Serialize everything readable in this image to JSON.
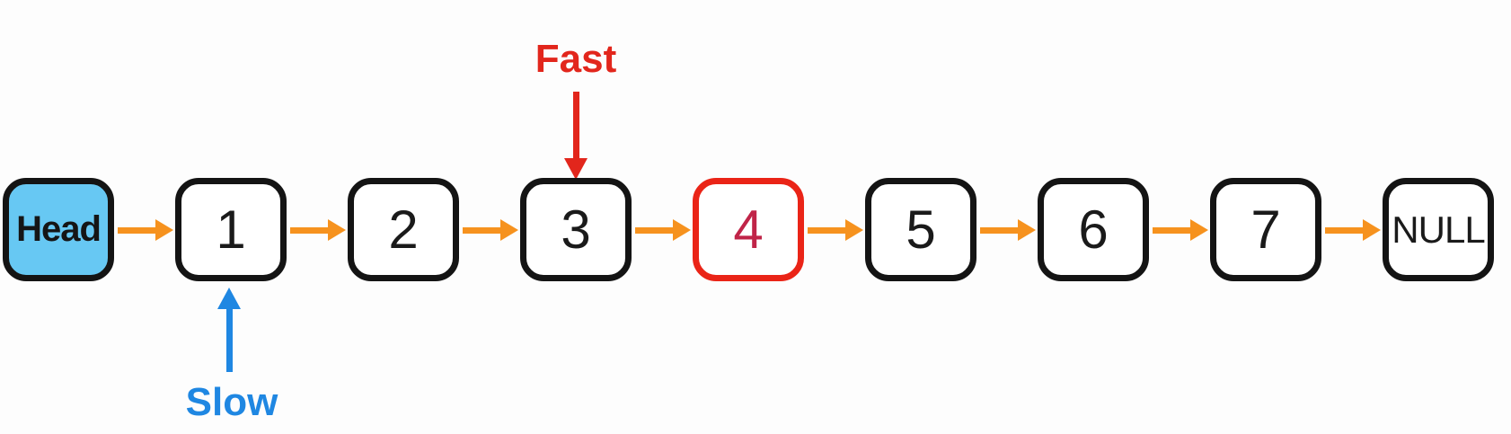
{
  "diagram": {
    "type": "singly-linked-list",
    "background": "#fdfdfd",
    "arrow_color": "#f6921e",
    "nodes": [
      {
        "label": "Head",
        "role": "head",
        "fill": "#67c8f3",
        "border_color": "#141414",
        "text_color": "#151515"
      },
      {
        "label": "1",
        "role": "node",
        "fill": "#ffffff",
        "border_color": "#141414",
        "text_color": "#1a1a1a"
      },
      {
        "label": "2",
        "role": "node",
        "fill": "#ffffff",
        "border_color": "#141414",
        "text_color": "#1a1a1a"
      },
      {
        "label": "3",
        "role": "node",
        "fill": "#ffffff",
        "border_color": "#141414",
        "text_color": "#1a1a1a"
      },
      {
        "label": "4",
        "role": "node",
        "highlighted": true,
        "fill": "#ffffff",
        "border_color": "#ea2417",
        "text_color": "#c02448"
      },
      {
        "label": "5",
        "role": "node",
        "fill": "#ffffff",
        "border_color": "#141414",
        "text_color": "#1a1a1a"
      },
      {
        "label": "6",
        "role": "node",
        "fill": "#ffffff",
        "border_color": "#141414",
        "text_color": "#1a1a1a"
      },
      {
        "label": "7",
        "role": "node",
        "fill": "#ffffff",
        "border_color": "#141414",
        "text_color": "#1a1a1a"
      },
      {
        "label": "NULL",
        "role": "null-terminator",
        "fill": "#ffffff",
        "border_color": "#141414",
        "text_color": "#1a1a1a"
      }
    ],
    "pointers": {
      "fast": {
        "label": "Fast",
        "color": "#e2261c",
        "target_node": "3",
        "direction": "down"
      },
      "slow": {
        "label": "Slow",
        "color": "#1f87e2",
        "target_node": "1",
        "direction": "up"
      }
    }
  }
}
